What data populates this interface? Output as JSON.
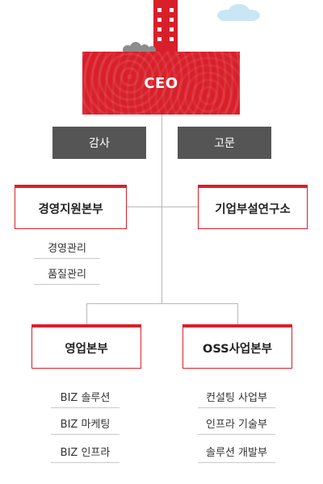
{
  "ceo": {
    "label": "CEO"
  },
  "staff": {
    "audit": "감사",
    "advisor": "고문"
  },
  "divisions": {
    "management": {
      "title": "경영지원본부",
      "items": [
        "경영관리",
        "품질관리"
      ]
    },
    "rnd": {
      "title": "기업부설연구소"
    },
    "sales": {
      "title": "영업본부",
      "items": [
        "BIZ 솔루션",
        "BIZ 마케팅",
        "BIZ 인프라"
      ]
    },
    "oss": {
      "title": "OSS사업본부",
      "items": [
        "컨설팅 사업부",
        "인프라 기술부",
        "솔루션 개발부"
      ]
    }
  },
  "colors": {
    "accent": "#d8202a",
    "grey": "#555555",
    "line": "#b8b8b8"
  },
  "icons": {
    "building": "building-icon",
    "cloud": "cloud-icon",
    "bush": "bush-icon"
  }
}
